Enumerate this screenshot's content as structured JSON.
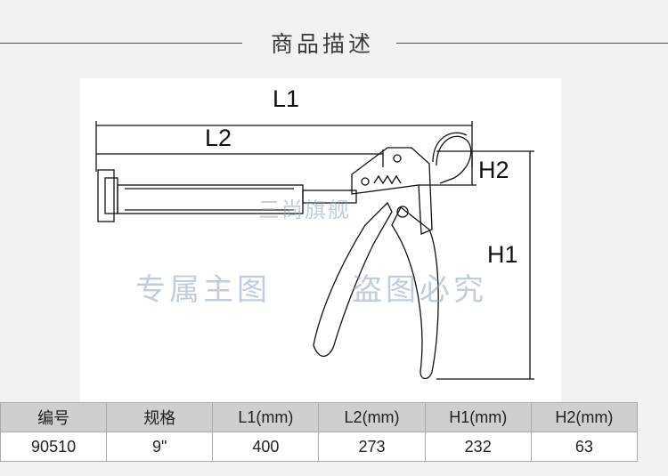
{
  "section_title": "商品描述",
  "watermark": {
    "shop": "三尚旗舰",
    "left": "专属主图",
    "right": "盗图必究"
  },
  "dimension_labels": {
    "l1": "L1",
    "l2": "L2",
    "h1": "H1",
    "h2": "H2"
  },
  "table": {
    "headers": [
      "编号",
      "规格",
      "L1(mm)",
      "L2(mm)",
      "H1(mm)",
      "H2(mm)"
    ],
    "rows": [
      [
        "90510",
        "9\"",
        "400",
        "273",
        "232",
        "63"
      ]
    ]
  },
  "colors": {
    "header_row": "#cfcfcf",
    "watermark": "#8fa3c4"
  }
}
